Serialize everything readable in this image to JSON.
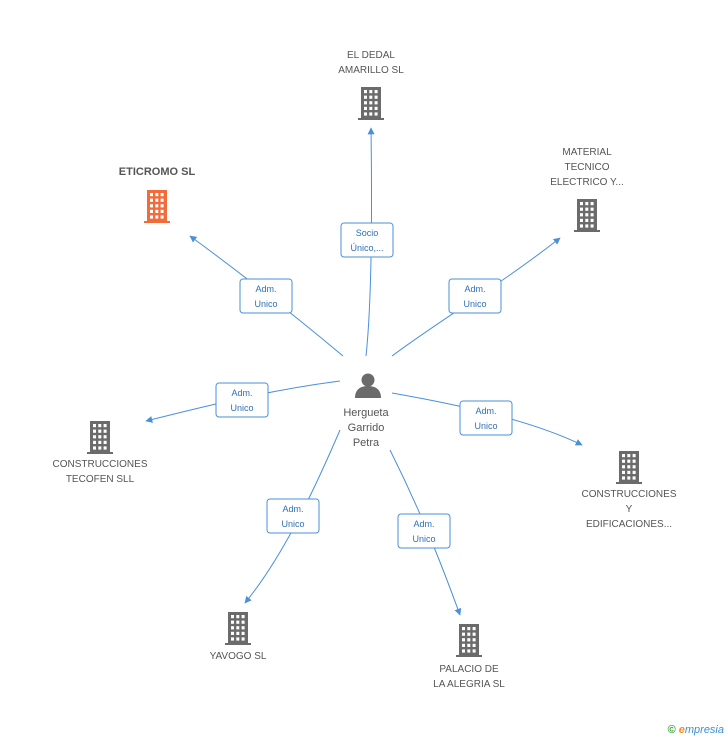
{
  "colors": {
    "edge": "#4a90d9",
    "building": "#6b6b6b",
    "building_highlight": "#f26b3a",
    "person": "#6b6b6b",
    "label_text": "#555555",
    "edge_label_text": "#2f6fb7"
  },
  "center": {
    "name_lines": [
      "Hergueta",
      "Garrido",
      "Petra"
    ],
    "icon": "person-icon"
  },
  "nodes": [
    {
      "id": "el-dedal",
      "label_lines": [
        "EL DEDAL",
        "AMARILLO  SL"
      ],
      "icon": "building-icon",
      "highlight": false,
      "relation_lines": [
        "Socio",
        "Único,..."
      ]
    },
    {
      "id": "material-tecnico",
      "label_lines": [
        "MATERIAL",
        "TECNICO",
        "ELECTRICO Y..."
      ],
      "icon": "building-icon",
      "highlight": false,
      "relation_lines": [
        "Adm.",
        "Unico"
      ]
    },
    {
      "id": "construcciones-edificaciones",
      "label_lines": [
        "CONSTRUCCIONES",
        "Y",
        "EDIFICACIONES..."
      ],
      "icon": "building-icon",
      "highlight": false,
      "relation_lines": [
        "Adm.",
        "Unico"
      ]
    },
    {
      "id": "palacio-alegria",
      "label_lines": [
        "PALACIO DE",
        "LA ALEGRIA SL"
      ],
      "icon": "building-icon",
      "highlight": false,
      "relation_lines": [
        "Adm.",
        "Unico"
      ]
    },
    {
      "id": "yavogo",
      "label_lines": [
        "YAVOGO SL"
      ],
      "icon": "building-icon",
      "highlight": false,
      "relation_lines": [
        "Adm.",
        "Unico"
      ]
    },
    {
      "id": "construcciones-tecofen",
      "label_lines": [
        "CONSTRUCCIONES",
        "TECOFEN  SLL"
      ],
      "icon": "building-icon",
      "highlight": false,
      "relation_lines": [
        "Adm.",
        "Unico"
      ]
    },
    {
      "id": "eticromo",
      "label_lines": [
        "ETICROMO SL"
      ],
      "icon": "building-icon",
      "highlight": true,
      "relation_lines": [
        "Adm.",
        "Unico"
      ]
    }
  ],
  "footer": {
    "copyright_symbol": "©",
    "brand_first": "e",
    "brand_rest": "mpresia"
  }
}
